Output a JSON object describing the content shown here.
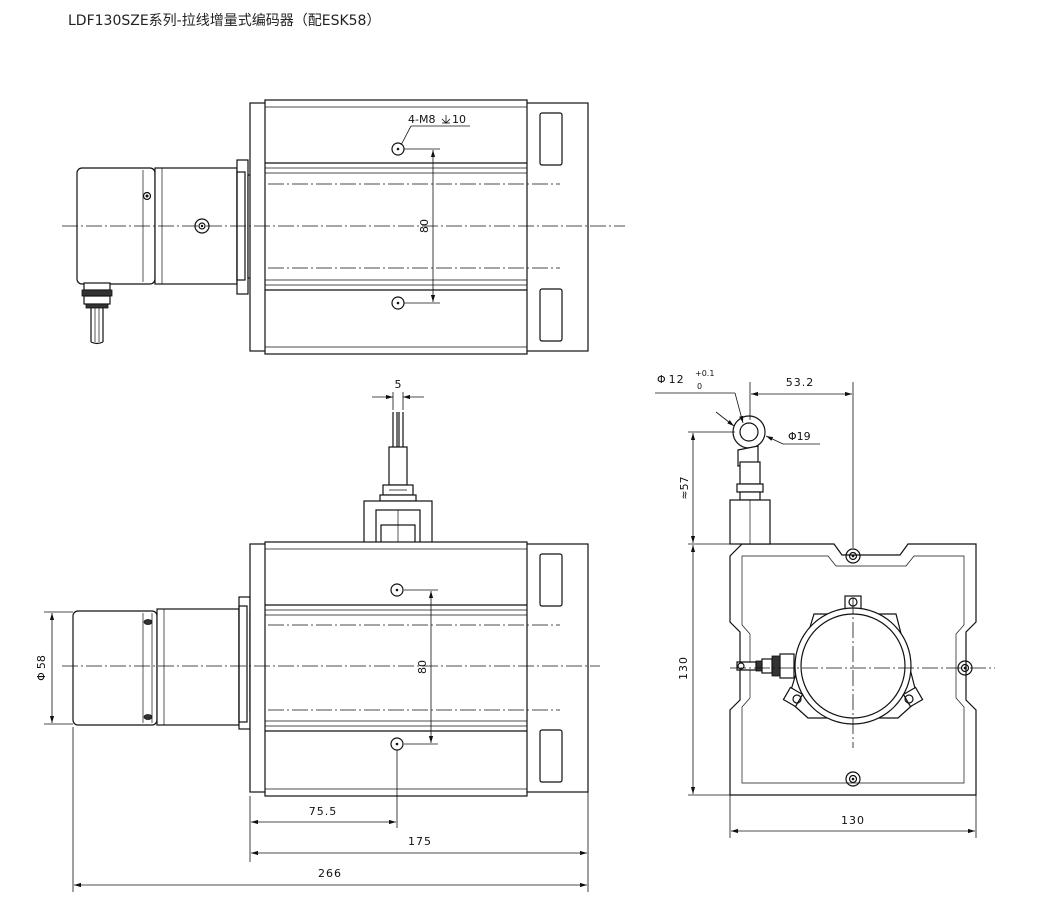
{
  "title": "LDF130SZE系列-拉线增量式编码器（配ESK58）",
  "dimensions": {
    "top_hole_note": "4-M8",
    "top_hole_depth": "10",
    "top_hole_spacing": "80",
    "wire_width": "5",
    "front_hole_spacing": "80",
    "encoder_diameter_prefix": "Φ",
    "encoder_diameter_value": "58",
    "hole_offset": "75.5",
    "body_length": "175",
    "total_length": "266",
    "ring_hole_prefix": "Φ",
    "ring_hole_value": "12",
    "ring_hole_tol_upper": "+0.1",
    "ring_hole_tol_lower": "0",
    "ring_offset": "53.2",
    "ring_outer": "Φ19",
    "ring_height_prefix": "≈",
    "ring_height_value": "57",
    "side_height": "130",
    "side_width": "130"
  }
}
